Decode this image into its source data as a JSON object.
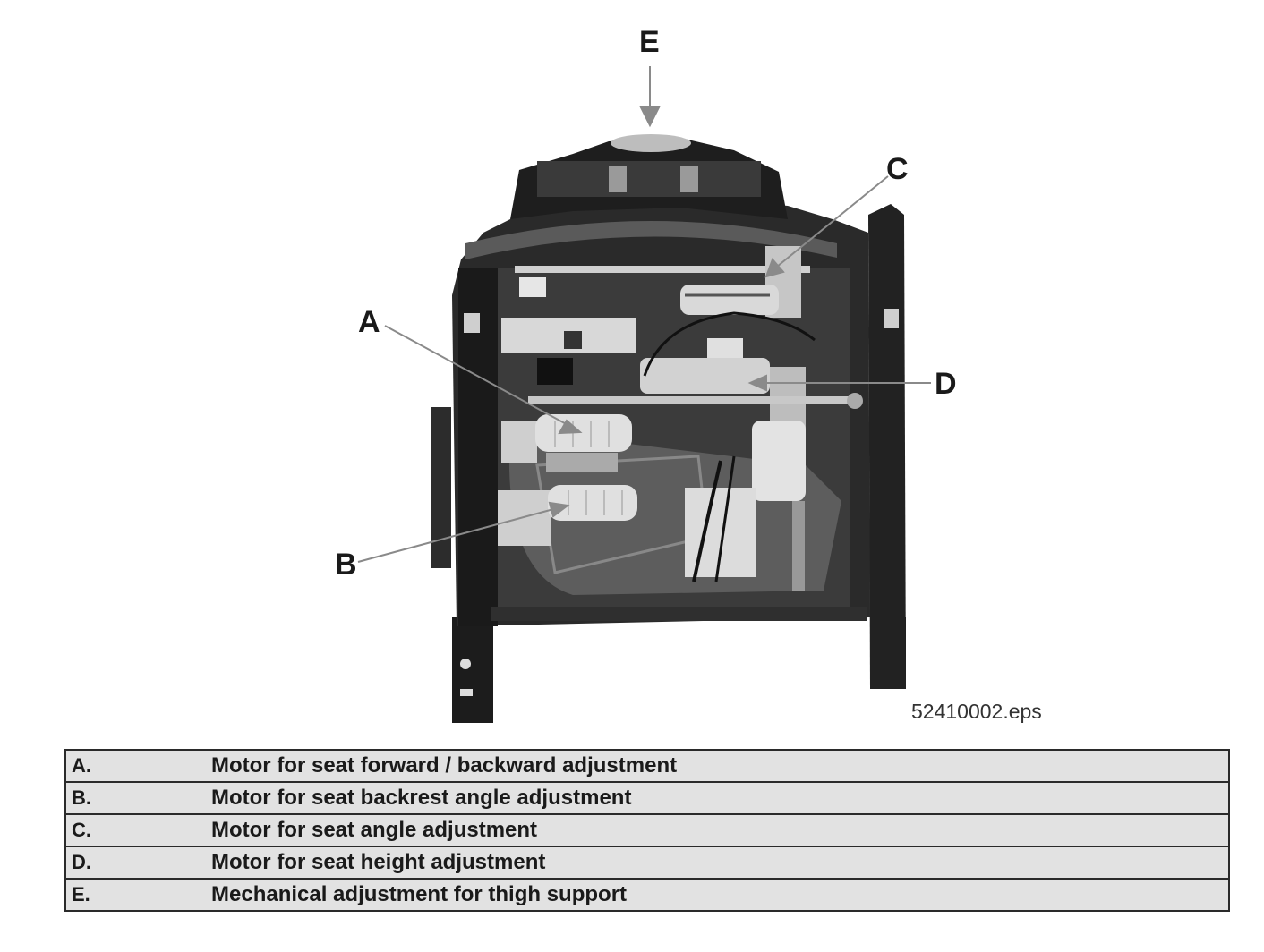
{
  "callouts": {
    "a": "A",
    "b": "B",
    "c": "C",
    "d": "D",
    "e": "E"
  },
  "filename": "52410002.eps",
  "legend": [
    {
      "code": "A.",
      "text": "Motor for seat forward / backward adjustment"
    },
    {
      "code": "B.",
      "text": "Motor for seat backrest angle adjustment"
    },
    {
      "code": "C.",
      "text": "Motor for seat angle adjustment"
    },
    {
      "code": "D.",
      "text": "Motor for seat height adjustment"
    },
    {
      "code": "E.",
      "text": "Mechanical adjustment for thigh support"
    }
  ]
}
